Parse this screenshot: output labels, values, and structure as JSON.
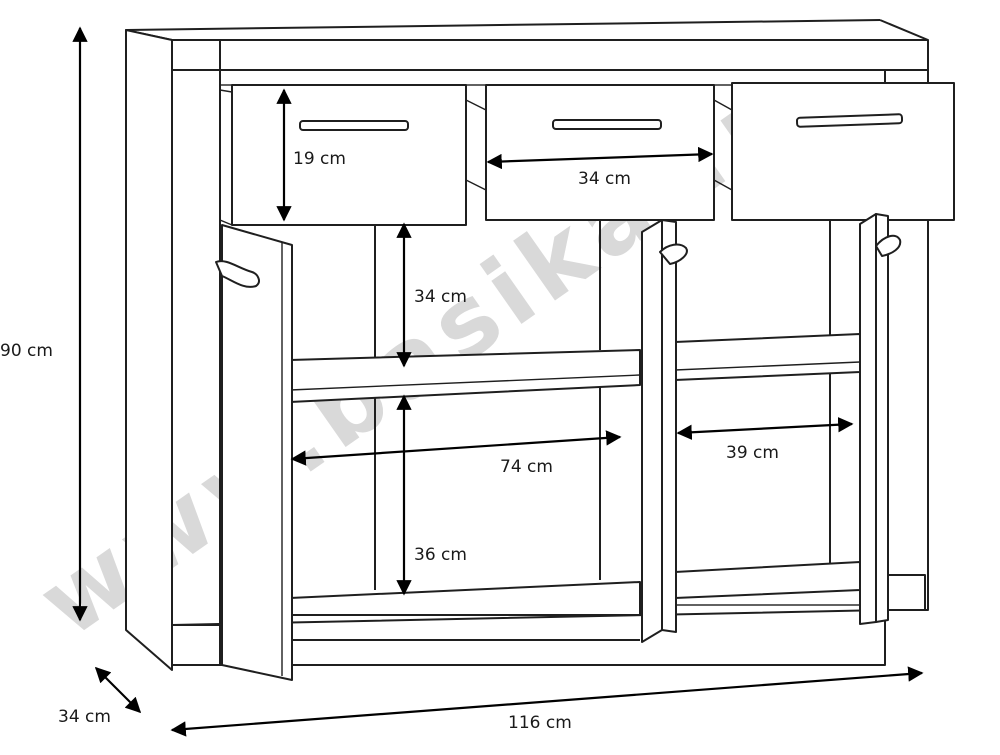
{
  "watermark": "www.basika.fr",
  "dimensions": {
    "height_total": "90 cm",
    "depth": "34 cm",
    "width_total": "116 cm",
    "drawer_height": "19 cm",
    "drawer_width": "34 cm",
    "upper_shelf_height": "34 cm",
    "lower_shelf_height": "36 cm",
    "left_compartment_width": "74 cm",
    "right_compartment_width": "39 cm"
  }
}
